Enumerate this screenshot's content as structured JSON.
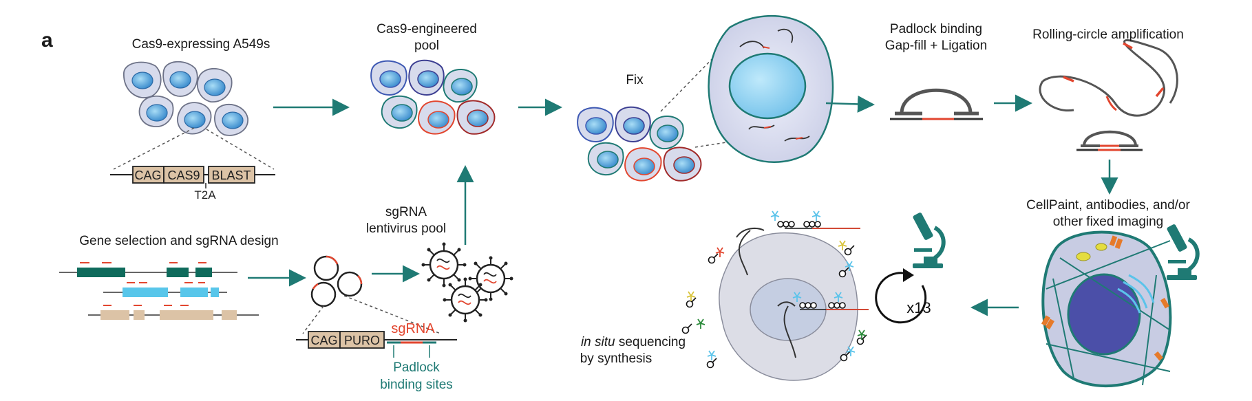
{
  "panel_letter": "a",
  "labels": {
    "cas9_cells": "Cas9-expressing A549s",
    "engineered_pool_1": "Cas9-engineered",
    "engineered_pool_2": "pool",
    "fix": "Fix",
    "padlock_1": "Padlock binding",
    "padlock_2": "Gap-fill + Ligation",
    "rca": "Rolling-circle amplification",
    "gene_selection": "Gene selection and sgRNA design",
    "lenti_1": "sgRNA",
    "lenti_2": "lentivirus pool",
    "cellpaint_1": "CellPaint, antibodies, and/or",
    "cellpaint_2": "other fixed imaging",
    "insitu_italic": "in situ",
    "insitu_rest": " sequencing",
    "insitu_2": "by synthesis",
    "padlock_sites_1": "Padlock",
    "padlock_sites_2": "binding sites",
    "cycles": "x13"
  },
  "constructs": {
    "cas9": [
      "CAG",
      "CAS9",
      "BLAST"
    ],
    "t2a": "T2A",
    "puro": [
      "CAG",
      "PURO"
    ],
    "sgrna": "sgRNA"
  },
  "icons": [
    "cell-icon",
    "lentivirus-icon",
    "microscope-icon",
    "padlock-probe-icon",
    "fluorophore-icon",
    "cycle-arrow-icon"
  ],
  "colors": {
    "teal": "#1f7a74",
    "red": "#e2462f",
    "cell_fill": "#d7dbec",
    "nucleus": "#5ea9db",
    "gene_teal": "#0f6b5c",
    "gene_blue": "#58c6ea",
    "gene_tan": "#dcc3a6"
  }
}
